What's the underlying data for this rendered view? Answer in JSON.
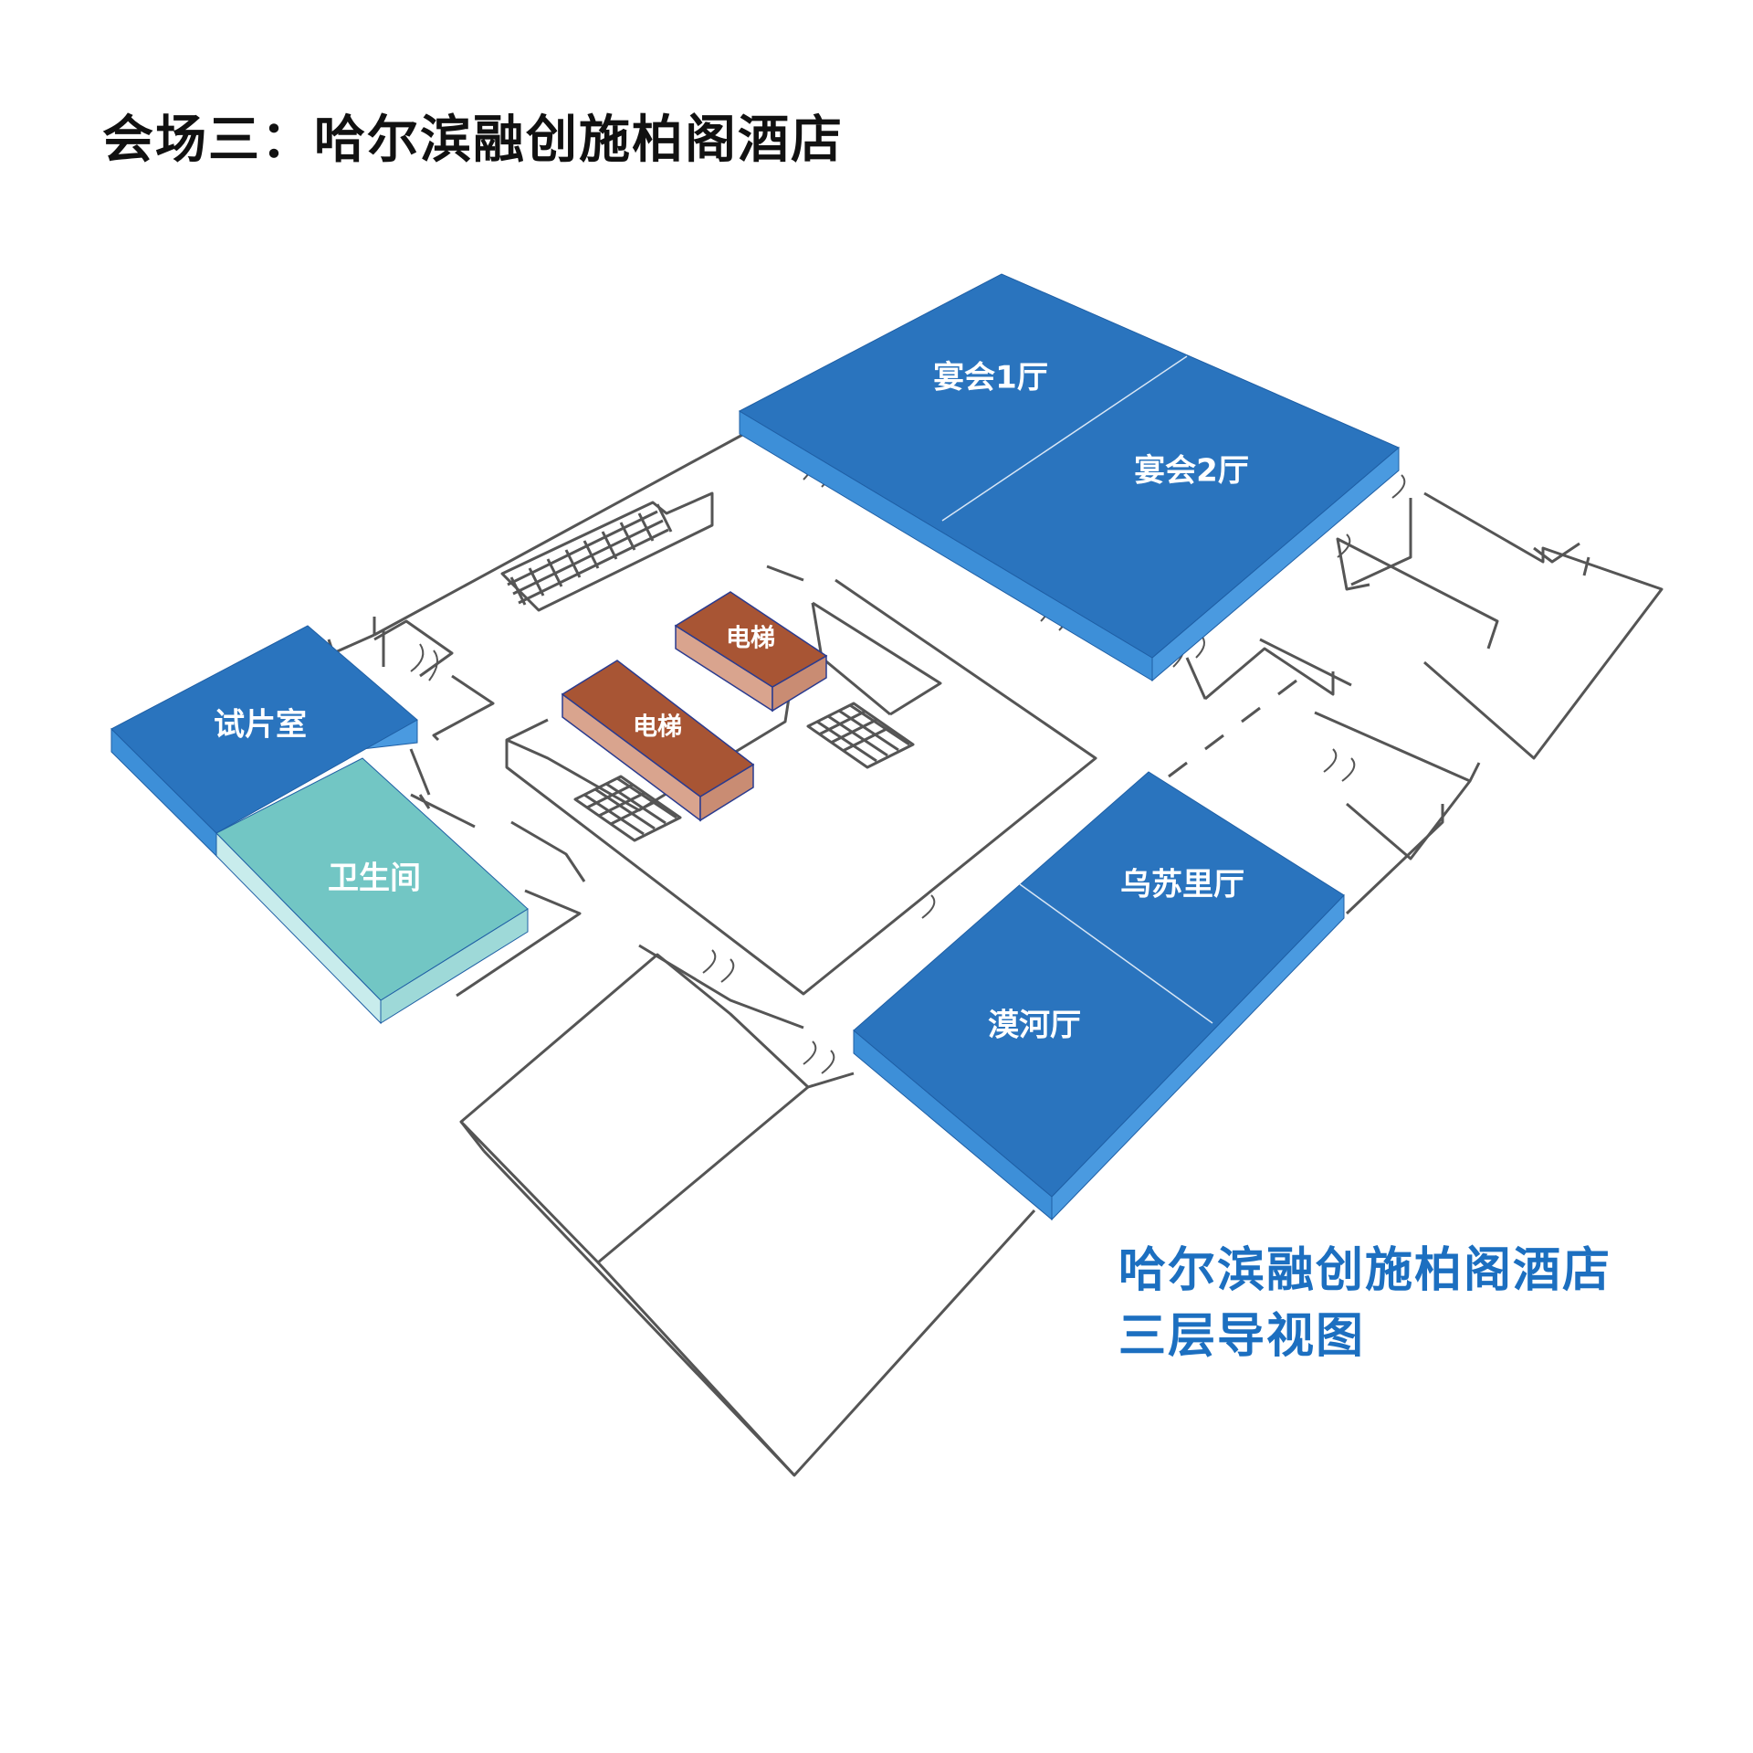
{
  "page_title": "会场三：哈尔滨融创施柏阁酒店",
  "rooms": {
    "banquet_1": "宴会1厅",
    "banquet_2": "宴会2厅",
    "screening_room": "试片室",
    "restroom": "卫生间",
    "elevator_1": "电梯",
    "elevator_2": "电梯",
    "wusuli_hall": "乌苏里厅",
    "mohe_hall": "漠河厅"
  },
  "caption": {
    "line1": "哈尔滨融创施柏阁酒店",
    "line2": "三层导视图"
  },
  "colors": {
    "hall_top": "#2a74be",
    "hall_side": "#3d8fd8",
    "restroom_top": "#72c6c4",
    "restroom_side": "#c8ecec",
    "elevator_top": "#a85534",
    "elevator_side": "#d9a48e",
    "wall": "#555555",
    "caption": "#1c6fc0"
  }
}
